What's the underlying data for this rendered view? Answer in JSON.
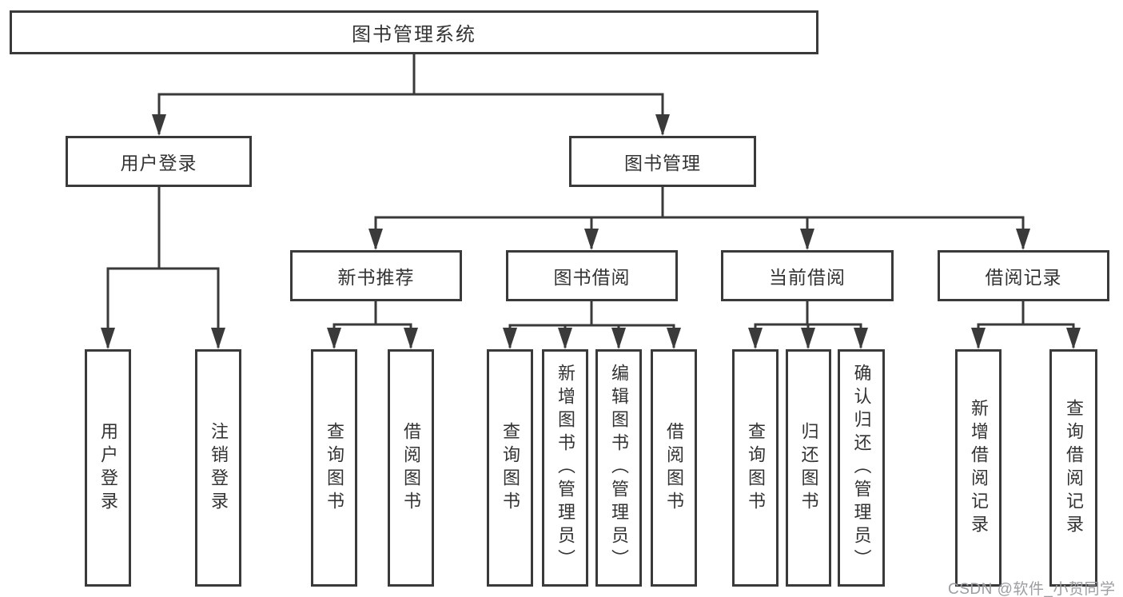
{
  "diagram": {
    "root": {
      "label": "图书管理系统"
    },
    "branches": [
      {
        "label": "用户登录",
        "children": [
          "用户登录",
          "注销登录"
        ]
      },
      {
        "label": "图书管理",
        "children": [
          {
            "label": "新书推荐",
            "children": [
              "查询图书",
              "借阅图书"
            ]
          },
          {
            "label": "图书借阅",
            "children": [
              "查询图书",
              "新增图书（管理员）",
              "编辑图书（管理员）",
              "借阅图书"
            ]
          },
          {
            "label": "当前借阅",
            "children": [
              "查询图书",
              "归还图书",
              "确认归还（管理员）"
            ]
          },
          {
            "label": "借阅记录",
            "children": [
              "新增借阅记录",
              "查询借阅记录"
            ]
          }
        ]
      }
    ]
  },
  "watermark": {
    "text": "CSDN @软件_小贺同学"
  },
  "colors": {
    "line": "#3a3a3a",
    "text": "#333333",
    "background": "#ffffff",
    "watermark": "#9c9ca2"
  }
}
